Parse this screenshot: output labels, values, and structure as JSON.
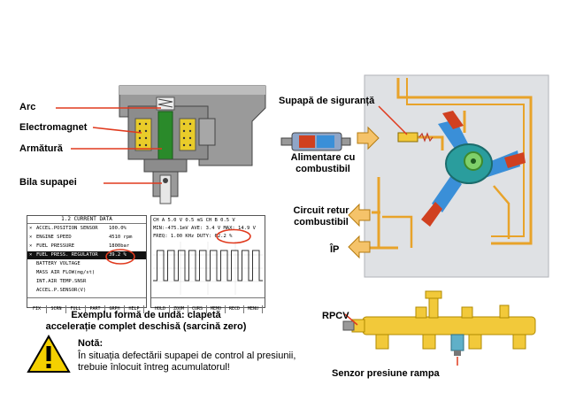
{
  "labels": {
    "arc": "Arc",
    "electromagnet": "Electromagnet",
    "armatura": "Armătură",
    "bila": "Bila supapei",
    "supapa_siguranta": "Supapă de siguranță",
    "alimentare_1": "Alimentare cu",
    "alimentare_2": "combustibil",
    "circuit_1": "Circuit retur",
    "circuit_2": "combustibil",
    "ip": "ÎP",
    "rpcv": "RPCV",
    "senzor": "Senzor presiune rampa"
  },
  "caption": {
    "line1": "Exemplu formă de undă: clapetă",
    "line2": "accelerație complet deschisă (sarcină zero)"
  },
  "note": {
    "title": "Notă:",
    "line1": "În situația defectării supapei de control al presiunii,",
    "line2": "trebuie înlocuit întreg acumulatorul!"
  },
  "scan_tool": {
    "header": "1.2 CURRENT DATA",
    "rows": [
      {
        "mark": "×",
        "name": "ACCEL.POSITION SENSOR",
        "value": "100.0%"
      },
      {
        "mark": "×",
        "name": "ENGINE SPEED",
        "value": "4510 rpm"
      },
      {
        "mark": "×",
        "name": "FUEL PRESSURE",
        "value": "1800bar"
      },
      {
        "mark": "×",
        "name": "FUEL PRESS. REGULATOR",
        "value": "39.2 %"
      },
      {
        "mark": "",
        "name": "BATTERY VOLTAGE",
        "value": ""
      },
      {
        "mark": "",
        "name": "MASS AIR FLOW(mg/st)",
        "value": ""
      },
      {
        "mark": "",
        "name": "INT.AIR TEMP.SNSR",
        "value": ""
      },
      {
        "mark": "",
        "name": "ACCEL.P.SENSOR(V)",
        "value": ""
      }
    ],
    "buttons": [
      "FIX",
      "SCRN",
      "FULL",
      "PART",
      "GRPH",
      "HELP"
    ]
  },
  "scope": {
    "line1": "CH A 5.0 V   0.5 mS   CH B 0.5 V",
    "line2": "MIN:-475.1mV AVE:  3.4 V  MAX:  14.9 V",
    "line3": "FREQ:   1.00 KHz   DUTY: 62.2 %",
    "duty_cycle_percent": 62.2,
    "buttons": [
      "HOLD",
      "ZOOM",
      "CURS",
      "MEMO",
      "RECD",
      "MENU"
    ]
  },
  "colors": {
    "fuel_line": "#e8a32a",
    "high_pressure": "#d04020",
    "low_pressure": "#3a8fd8",
    "arrow_fill": "#f5c36a",
    "rail": "#f2c93a",
    "pump_panel": "#dfe1e4",
    "callout": "#e03a1e",
    "solenoid_green": "#2a8a2a",
    "highlight_circle": "#e03a1e"
  }
}
